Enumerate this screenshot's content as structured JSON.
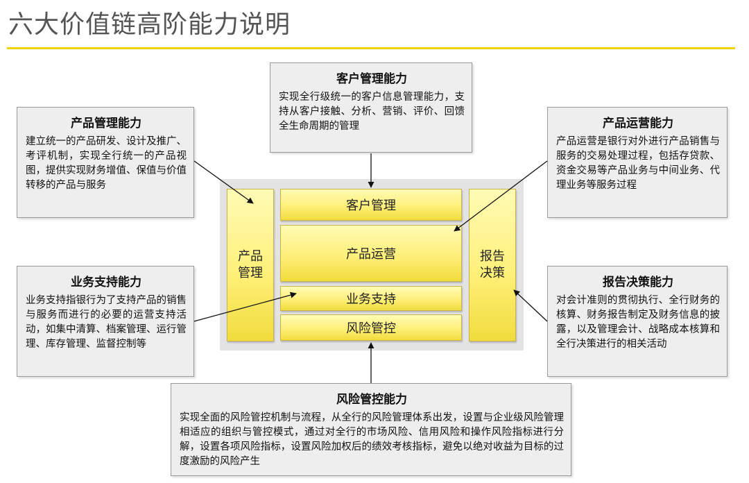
{
  "title": "六大价值链高阶能力说明",
  "capabilities": {
    "customer": {
      "title": "客户管理能力",
      "desc": "实现全行级统一的客户信息管理能力，支持从客户接触、分析、营销、评价、回馈全生命周期的管理"
    },
    "product_mgmt": {
      "title": "产品管理能力",
      "desc": "建立统一的产品研发、设计及推广、考评机制，实现全行统一的产品视图，提供实现财务增值、保值与价值转移的产品与服务"
    },
    "product_ops": {
      "title": "产品运营能力",
      "desc": "产品运营是银行对外进行产品销售与服务的交易处理过程，包括存贷款、资金交易等产品业务与中间业务、代理业务等服务过程"
    },
    "biz_support": {
      "title": "业务支持能力",
      "desc": "业务支持指银行为了支持产品的销售与服务而进行的必要的运营支持活动，如集中清算、档案管理、运行管理、库存管理、监督控制等"
    },
    "report": {
      "title": "报告决策能力",
      "desc": "对会计准则的贯彻执行、全行财务的核算、财务报告制定及财务信息的披露，以及管理会计、战略成本核算和全行决策进行的相关活动"
    },
    "risk": {
      "title": "风险管控能力",
      "desc": "实现全面的风险管控机制与流程，从全行的风险管理体系出发，设置与企业级风险管理相适应的组织与管控模式，通过对全行的市场风险、信用风险和操作风险指标进行分解，设置各项风险指标，设置风险加权后的绩效考核指标，避免以绝对收益为目标的过度激励的风险产生"
    }
  },
  "core": {
    "product_mgmt": "产品\n管理",
    "customer_mgmt": "客户管理",
    "product_ops": "产品运营",
    "biz_support": "业务支持",
    "risk_ctrl": "风险管控",
    "report": "报告\n决策"
  },
  "colors": {
    "title_rule": "#f2d300",
    "box_bg": "#eeeeee",
    "box_border": "#9a9a9a",
    "yellow_light": "#fffbb5",
    "yellow_dark": "#f1dc3c",
    "core_bg": "#e3e3e3"
  }
}
